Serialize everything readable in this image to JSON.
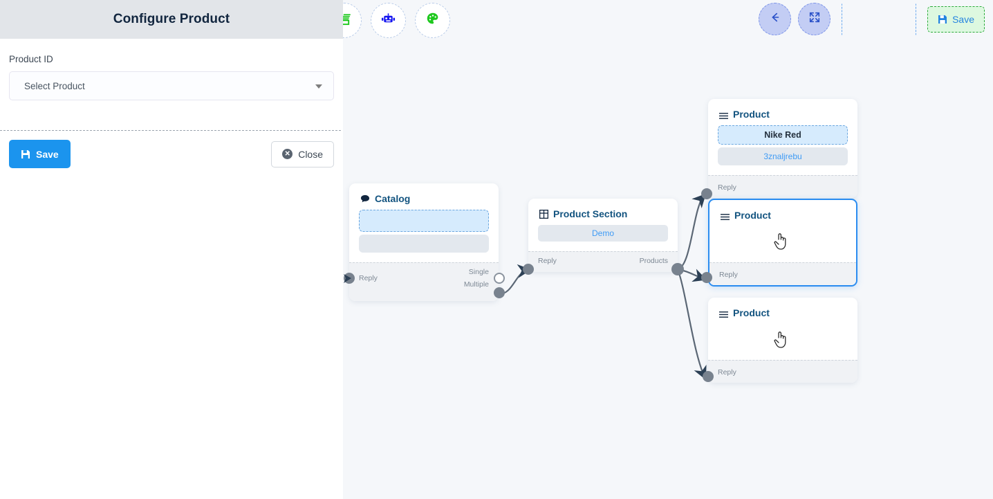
{
  "panel": {
    "title": "Configure Product",
    "field_label": "Product ID",
    "select_value": "Select Product",
    "save_label": "Save",
    "close_label": "Close",
    "save_icon": "floppy-disk-icon",
    "close_icon": "close-circle-icon",
    "caret_icon": "chevron-down-icon"
  },
  "toolbar_left": {
    "items": [
      {
        "icon": "stack-layers-icon",
        "name": "stack-tool-button"
      },
      {
        "icon": "robot-icon",
        "name": "bot-tool-button"
      },
      {
        "icon": "palette-icon",
        "name": "theme-tool-button"
      }
    ]
  },
  "toolbar_right": {
    "back_icon": "arrow-left-icon",
    "fit_icon": "compress-fit-icon",
    "save_label": "Save",
    "save_icon": "floppy-disk-icon"
  },
  "nodes": [
    {
      "id": "catalog",
      "title": "Catalog",
      "icon": "chat-bubble-icon",
      "chips": [
        {
          "type": "dashed",
          "text": ""
        },
        {
          "type": "grey",
          "text": ""
        }
      ],
      "ports_in": [
        "Reply"
      ],
      "ports_out": [
        "Single",
        "Multiple"
      ]
    },
    {
      "id": "product-section",
      "title": "Product Section",
      "icon": "grid-icon",
      "chips": [
        {
          "type": "demo",
          "text": "Demo"
        }
      ],
      "ports_in": [
        "Reply"
      ],
      "ports_out": [
        "Products"
      ]
    },
    {
      "id": "product-1",
      "title": "Product",
      "icon": "hamburger-list-icon",
      "chips": [
        {
          "type": "dashed",
          "text": "Nike Red"
        },
        {
          "type": "grey",
          "text": "3znaljrebu"
        }
      ],
      "ports_in": [
        "Reply"
      ],
      "ports_out": [],
      "selected": false
    },
    {
      "id": "product-2",
      "title": "Product",
      "icon": "hamburger-list-icon",
      "chips": [],
      "ports_in": [
        "Reply"
      ],
      "ports_out": [],
      "selected": true,
      "cursor": "pointing-hand-cursor"
    },
    {
      "id": "product-3",
      "title": "Product",
      "icon": "hamburger-list-icon",
      "chips": [],
      "ports_in": [
        "Reply"
      ],
      "ports_out": [],
      "selected": false,
      "cursor": "pointing-hand-cursor"
    }
  ],
  "colors": {
    "accent_blue": "#1b94ee",
    "node_title": "#12537f",
    "canvas_bg": "#f5f7fa",
    "panel_header_bg": "#e2e5e9",
    "edge": "#5b6775",
    "save_green_bg": "#ddf8e0",
    "save_green_border": "#2aa939",
    "chip_dashed_bg": "#d6ebfd",
    "chip_grey_bg": "#e3e8ee"
  }
}
